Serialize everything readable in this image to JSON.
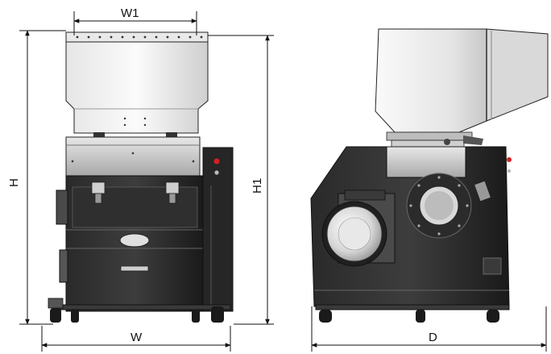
{
  "dimensions": {
    "w1": "W1",
    "h": "H",
    "h1": "H1",
    "w": "W",
    "d": "D"
  },
  "colors": {
    "line": "#111111",
    "hopper_light": "#f2f2f2",
    "hopper_mid": "#cfcfcf",
    "body_dark": "#1e1e1e",
    "body_mid": "#3a3a3a",
    "steel": "#bdbdbd"
  }
}
